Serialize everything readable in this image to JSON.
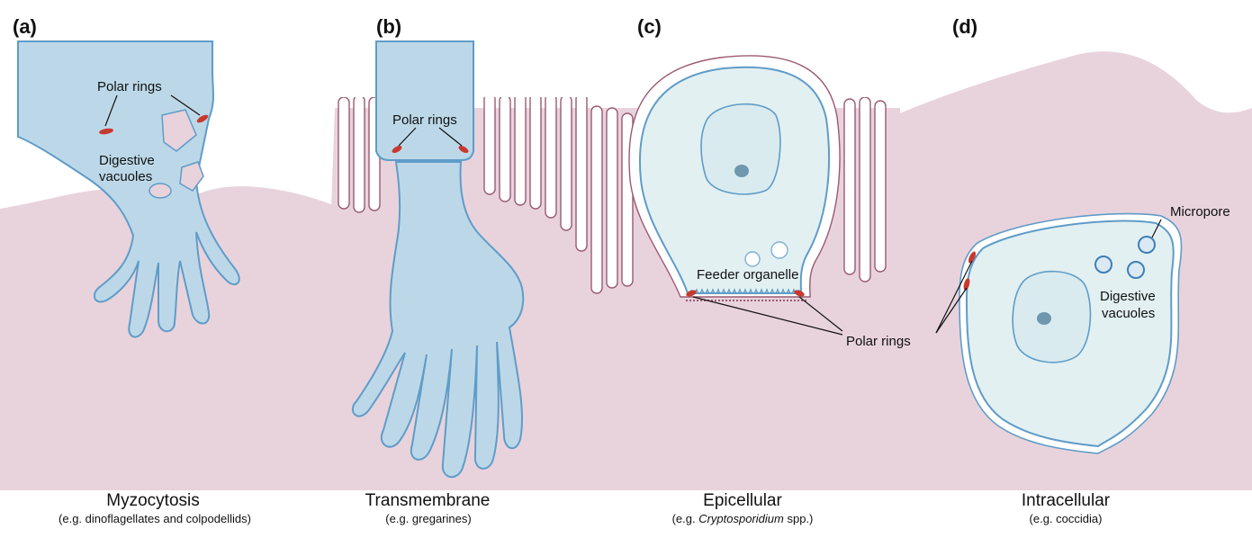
{
  "panels": [
    {
      "label": "(a)",
      "annotations": [
        "Polar rings",
        "Digestive",
        "vacuoles"
      ],
      "title": "Myzocytosis",
      "subtitle": "(e.g. dinoflagellates and colpodellids)"
    },
    {
      "label": "(b)",
      "annotations": [
        "Polar rings"
      ],
      "title": "Transmembrane",
      "subtitle": "(e.g. gregarines)"
    },
    {
      "label": "(c)",
      "annotations": [
        "Feeder organelle",
        "Polar rings"
      ],
      "title": "Epicellular",
      "subtitle_prefix": "(e.g. ",
      "subtitle_italic": "Cryptosporidium",
      "subtitle_suffix": " spp.)"
    },
    {
      "label": "(d)",
      "annotations": [
        "Micropore",
        "Digestive",
        "vacuoles"
      ],
      "title": "Intracellular",
      "subtitle": "(e.g. coccidia)"
    }
  ],
  "colors": {
    "host_cytoplasm": "#e8d3dc",
    "parasite": "#bcd8e8",
    "parasite_outline": "#5f9cc8",
    "polar_ring": "#c7392f"
  }
}
